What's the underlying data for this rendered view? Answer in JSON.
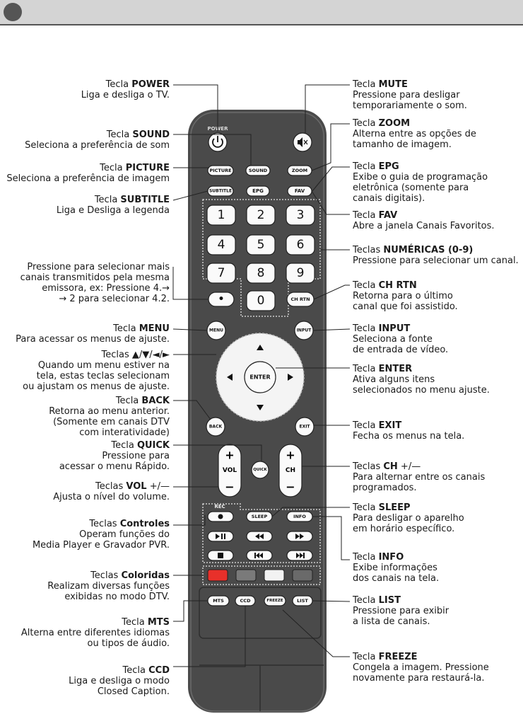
{
  "header": {
    "title": ""
  },
  "remote": {
    "power": "POWER",
    "picture": "PICTURE",
    "sound": "SOUND",
    "zoom": "ZOOM",
    "subtitle": "SUBTITLE",
    "epg": "EPG",
    "fav": "FAV",
    "digits": [
      "1",
      "2",
      "3",
      "4",
      "5",
      "6",
      "7",
      "8",
      "9"
    ],
    "zero": "0",
    "dot": "•",
    "ch_rtn": "CH RTN",
    "menu": "MENU",
    "input": "INPUT",
    "enter": "ENTER",
    "back": "BACK",
    "exit": "EXIT",
    "quick": "QUICK",
    "vol": "VOL",
    "ch": "CH",
    "plus": "+",
    "minus": "−",
    "rec": "REC",
    "sleep": "SLEEP",
    "info": "INFO",
    "mts": "MTS",
    "ccd": "CCD",
    "freeze": "FREEZE",
    "list": "LIST",
    "colors": {
      "red": "#e8302a",
      "gray1": "#7a7a7a",
      "white": "#f2f2f2",
      "gray2": "#6a6a6a",
      "body": "#4a4a4a"
    }
  },
  "annotations": {
    "left": [
      {
        "prefix": "Tecla ",
        "key": "POWER",
        "desc": [
          "Liga e desliga o TV."
        ]
      },
      {
        "prefix": "Tecla ",
        "key": "SOUND",
        "desc": [
          "Seleciona a preferência de som"
        ]
      },
      {
        "prefix": "Tecla ",
        "key": "PICTURE",
        "desc": [
          "Seleciona a preferência de imagem"
        ]
      },
      {
        "prefix": "Tecla ",
        "key": "SUBTITLE",
        "desc": [
          "Liga e Desliga a legenda"
        ]
      },
      {
        "prefix": "",
        "key": "",
        "desc": [
          "Pressione para selecionar mais",
          "canais transmitidos pela mesma",
          "emissora, ex: Pressione 4.→",
          "→ 2 para selecionar 4.2."
        ]
      },
      {
        "prefix": "Tecla ",
        "key": "MENU",
        "desc": [
          "Para acessar os menus de ajuste."
        ]
      },
      {
        "prefix": "Teclas ",
        "key": "",
        "suffix": "▲/▼/◄/►",
        "desc": [
          "Quando um menu estiver na",
          "tela, estas teclas selecionam",
          "ou ajustam os menus de ajuste."
        ]
      },
      {
        "prefix": "Tecla ",
        "key": "BACK",
        "desc": [
          "Retorna ao menu anterior.",
          "(Somente em canais DTV",
          "com interatividade)"
        ]
      },
      {
        "prefix": "Tecla ",
        "key": "QUICK",
        "desc": [
          "Pressione para",
          "acessar o menu Rápido."
        ]
      },
      {
        "prefix": "Teclas ",
        "key": "VOL",
        "suffix": " +/—",
        "desc": [
          "Ajusta o nível do volume."
        ]
      },
      {
        "prefix": "Teclas ",
        "key": "Controles",
        "desc": [
          "Operam funções do",
          "Media Player e Gravador PVR."
        ]
      },
      {
        "prefix": "Teclas ",
        "key": "Coloridas",
        "desc": [
          "Realizam diversas funções",
          "exibidas no modo DTV."
        ]
      },
      {
        "prefix": "Tecla ",
        "key": "MTS",
        "desc": [
          "Alterna entre diferentes idiomas",
          "ou tipos de áudio."
        ]
      },
      {
        "prefix": "Tecla ",
        "key": "CCD",
        "desc": [
          "Liga e desliga o modo",
          "Closed Caption."
        ]
      }
    ],
    "right": [
      {
        "prefix": "Tecla ",
        "key": "MUTE",
        "desc": [
          "Pressione para desligar",
          "temporariamente o som."
        ]
      },
      {
        "prefix": "Tecla ",
        "key": "ZOOM",
        "desc": [
          "Alterna entre as opções de",
          "tamanho de imagem."
        ]
      },
      {
        "prefix": "Tecla ",
        "key": "EPG",
        "desc": [
          "Exibe o guia de programação",
          "eletrônica (somente para",
          "canais digitais)."
        ]
      },
      {
        "prefix": "Tecla ",
        "key": "FAV",
        "desc": [
          "Abre a janela Canais Favoritos."
        ]
      },
      {
        "prefix": "Teclas ",
        "key": "NUMÉRICAS (0-9)",
        "desc": [
          "Pressione para selecionar um canal."
        ]
      },
      {
        "prefix": "Tecla ",
        "key": "CH RTN",
        "desc": [
          "Retorna para o último",
          "canal que foi assistido."
        ]
      },
      {
        "prefix": "Tecla ",
        "key": "INPUT",
        "desc": [
          "Seleciona a fonte",
          "de entrada de vídeo."
        ]
      },
      {
        "prefix": "Tecla ",
        "key": "ENTER",
        "desc": [
          "Ativa alguns itens",
          "selecionados no menu ajuste."
        ]
      },
      {
        "prefix": "Tecla ",
        "key": "EXIT",
        "desc": [
          "Fecha os menus na tela."
        ]
      },
      {
        "prefix": "Teclas ",
        "key": "CH",
        "suffix": " +/—",
        "desc": [
          "Para alternar entre os canais",
          "programados."
        ]
      },
      {
        "prefix": "Tecla ",
        "key": "SLEEP",
        "desc": [
          "Para desligar o aparelho",
          "em horário específico."
        ]
      },
      {
        "prefix": "Tecla ",
        "key": "INFO",
        "desc": [
          "Exibe informações",
          "dos canais na tela."
        ]
      },
      {
        "prefix": "Tecla ",
        "key": "LIST",
        "desc": [
          "Pressione para exibir",
          "a lista de canais."
        ]
      },
      {
        "prefix": "Tecla ",
        "key": "FREEZE",
        "desc": [
          "Congela a imagem. Pressione",
          "novamente para restaurá-la."
        ]
      }
    ]
  }
}
